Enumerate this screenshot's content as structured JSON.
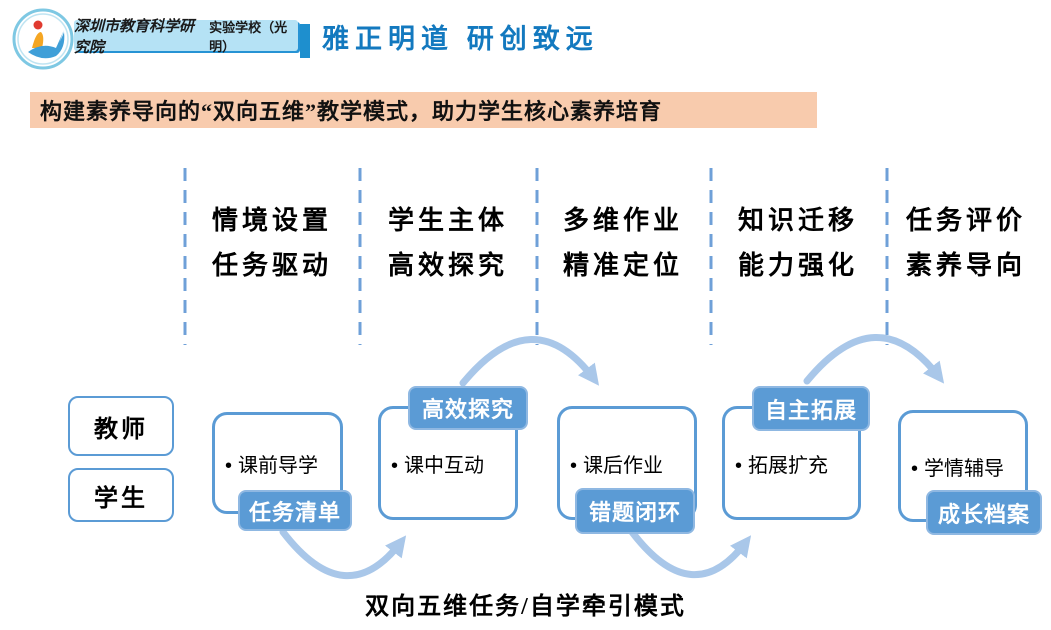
{
  "header": {
    "logo_icon": "school-logo",
    "school_name_script": "深圳市教育科学研究院",
    "school_name_plain": "实验学校（光明）",
    "slogan": "雅正明道 研创致远"
  },
  "banner": {
    "title": "构建素养导向的“双向五维”教学模式，助力学生核心素养培育"
  },
  "columns": [
    {
      "line1": "情境设置",
      "line2": "任务驱动"
    },
    {
      "line1": "学生主体",
      "line2": "高效探究"
    },
    {
      "line1": "多维作业",
      "line2": "精准定位"
    },
    {
      "line1": "知识迁移",
      "line2": "能力强化"
    },
    {
      "line1": "任务评价",
      "line2": "素养导向"
    }
  ],
  "roles": [
    {
      "label": "教师"
    },
    {
      "label": "学生"
    }
  ],
  "bullet": "•",
  "stages": [
    {
      "item": "课前导学",
      "tag": "任务清单",
      "tag_position": "bottom"
    },
    {
      "item": "课中互动",
      "tag": "高效探究",
      "tag_position": "top"
    },
    {
      "item": "课后作业",
      "tag": "错题闭环",
      "tag_position": "bottom"
    },
    {
      "item": "拓展扩充",
      "tag": "自主拓展",
      "tag_position": "top"
    },
    {
      "item": "学情辅导",
      "tag": "成长档案",
      "tag_position": "bottom"
    }
  ],
  "caption": "双向五维任务/自学牵引模式",
  "colors": {
    "accent_blue": "#5b9bd5",
    "arrow_blue": "#a9c7e9",
    "dashed_line_blue": "#6fa0d8",
    "banner_orange": "#f8cbad",
    "slogan_blue": "#1379bf",
    "band_light_blue": "#b5e2f5",
    "band_dark_blue": "#1e8fce",
    "tag_text": "#ffffff"
  }
}
